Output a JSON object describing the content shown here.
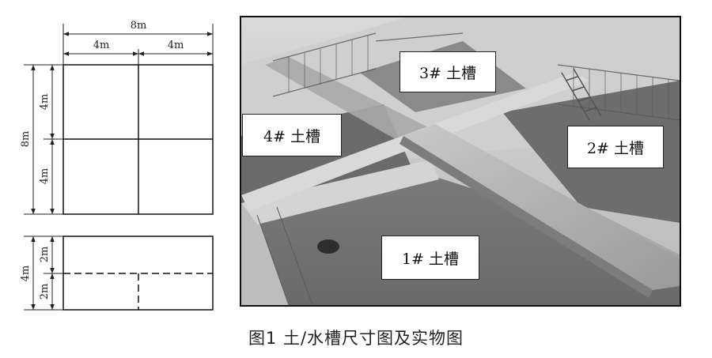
{
  "plan_dimensions": {
    "overall_width": "8m",
    "half_width_left": "4m",
    "half_width_right": "4m",
    "overall_height": "8m",
    "half_height_top": "4m",
    "half_height_bottom": "4m"
  },
  "section_dimensions": {
    "overall_depth": "4m",
    "upper_depth": "2m",
    "lower_depth": "2m"
  },
  "tank_labels": [
    "1# 土槽",
    "2# 土槽",
    "3# 土槽",
    "4# 土槽"
  ],
  "caption": "图1   土/水槽尺寸图及实物图",
  "colors": {
    "line": "#111111",
    "photo_base": "#8f8f8f"
  }
}
